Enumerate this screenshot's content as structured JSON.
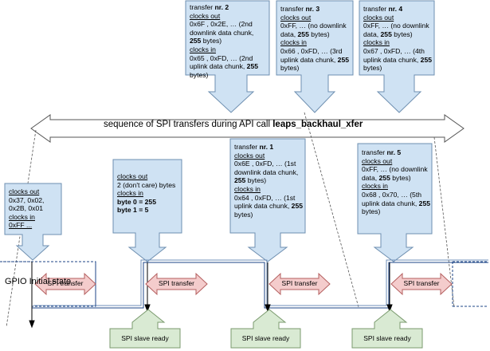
{
  "title": {
    "prefix": "sequence of SPI transfers during API call ",
    "api_name": "leaps_backhaul_xfer"
  },
  "gpio_label": [
    "GPIO",
    "Initial",
    "state"
  ],
  "spi_transfer_label": "SPI transfer",
  "spi_slave_ready_label": "SPI slave ready",
  "notes": {
    "initial": [
      "clocks out",
      "0x37, 0x02,",
      "0x2B, 0x01",
      "clocks in",
      "0xFF ..."
    ],
    "first": {
      "clocks_out_title": "clocks out",
      "clocks_out_text": "2 (don't care) bytes",
      "clocks_in_title": "clocks in",
      "byte0": "byte 0 = 255",
      "byte1": "byte 1 = 5"
    },
    "transfer1": {
      "title_prefix": "transfer ",
      "title_nr": "nr. 1",
      "clocks_out_title": "clocks out",
      "clocks_out_text": "0x6E , 0xFD, … (1st downlink data chunk, ",
      "clocks_out_bold": "255",
      "clocks_out_suffix": " bytes)",
      "clocks_in_title": "clocks in",
      "clocks_in_text": "0x64 , 0xFD, … (1st uplink data chunk, ",
      "clocks_in_bold": "255",
      "clocks_in_suffix": " bytes)"
    },
    "transfer2": {
      "title_prefix": "transfer ",
      "title_nr": "nr. 2",
      "clocks_out_title": "clocks out",
      "clocks_out_text": "0x6F , 0x2E, … (2nd downlink data chunk, ",
      "clocks_out_bold": "255",
      "clocks_out_suffix": " bytes)",
      "clocks_in_title": "clocks in",
      "clocks_in_text": "0x65 , 0xFD, … (2nd uplink data chunk, ",
      "clocks_in_bold": "255",
      "clocks_in_suffix": " bytes)"
    },
    "transfer3": {
      "title_prefix": "transfer ",
      "title_nr": "nr. 3",
      "clocks_out_title": "clocks out",
      "clocks_out_text": "0xFF, … (no downlink data, ",
      "clocks_out_bold": "255",
      "clocks_out_suffix": "  bytes)",
      "clocks_in_title": "clocks in",
      "clocks_in_text": "0x66 , 0xFD, … (3rd uplink data chunk, ",
      "clocks_in_bold": "255",
      "clocks_in_suffix": " bytes)"
    },
    "transfer4": {
      "title_prefix": "transfer ",
      "title_nr": "nr. 4",
      "clocks_out_title": "clocks out",
      "clocks_out_text": "0xFF, … (no downlink data, ",
      "clocks_out_bold": "255",
      "clocks_out_suffix": " bytes)",
      "clocks_in_title": "clocks in",
      "clocks_in_text": "0x67 , 0xFD, … (4th uplink data chunk, ",
      "clocks_in_bold": "255",
      "clocks_in_suffix": " bytes)"
    },
    "transfer5": {
      "title_prefix": "transfer ",
      "title_nr": "nr. 5",
      "clocks_out_title": "clocks out",
      "clocks_out_text": "0xFF, … (no downlink data, ",
      "clocks_out_bold": "255",
      "clocks_out_suffix": " bytes)",
      "clocks_in_title": "clocks in",
      "clocks_in_text": "0x68 , 0x70, … (5th uplink data chunk, ",
      "clocks_in_bold": "255",
      "clocks_in_suffix": " bytes)"
    }
  },
  "colors": {
    "note_fill": "#cfe2f3",
    "note_stroke": "#6e8fb0",
    "spi_fill": "#f4cccc",
    "spi_stroke": "#b45f5f",
    "ready_fill": "#d9ead3",
    "ready_stroke": "#7a9a6e",
    "bracket_stroke": "#555555",
    "gpio_line": "#1c4587"
  }
}
